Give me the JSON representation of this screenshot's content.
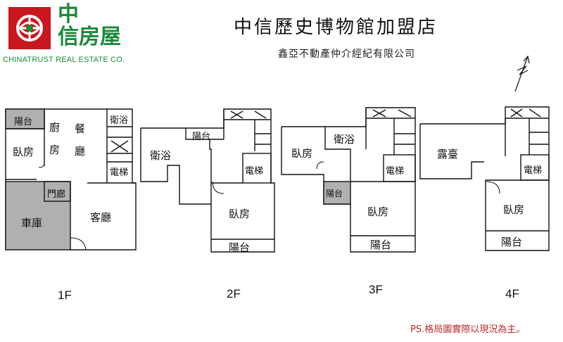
{
  "brand": {
    "name_line1": "中",
    "name_line2": "信房屋",
    "name_en": "CHINATRUST REAL ESTATE CO.",
    "colors": {
      "logo_red": "#c8171e",
      "logo_green": "#1a8a3a"
    }
  },
  "header": {
    "store_title": "中信歷史博物館加盟店",
    "company": "鑫亞不動產仲介經紀有限公司"
  },
  "floors": [
    {
      "label": "1F",
      "rooms": {
        "balcony": "陽台",
        "bedroom": "臥房",
        "kitchen_a": "廚",
        "kitchen_b": "房",
        "dining_a": "餐",
        "dining_b": "廳",
        "bath": "衛浴",
        "elevator": "電梯",
        "hallway": "門廊",
        "garage": "車庫",
        "living": "客廳"
      }
    },
    {
      "label": "2F",
      "rooms": {
        "bath": "衛浴",
        "balcony_top": "陽台",
        "elevator": "電梯",
        "bedroom": "臥房",
        "balcony": "陽台"
      }
    },
    {
      "label": "3F",
      "rooms": {
        "bedroom_a": "臥房",
        "bath": "衛浴",
        "elevator": "電梯",
        "balcony_small": "陽台",
        "bedroom_b": "臥房",
        "balcony": "陽台"
      }
    },
    {
      "label": "4F",
      "rooms": {
        "terrace": "露臺",
        "elevator": "電梯",
        "bedroom": "臥房",
        "balcony": "陽台"
      }
    }
  ],
  "note": "PS.格局圖實際以現況為主。",
  "icons": {
    "north_arrow": "north-arrow-icon"
  }
}
